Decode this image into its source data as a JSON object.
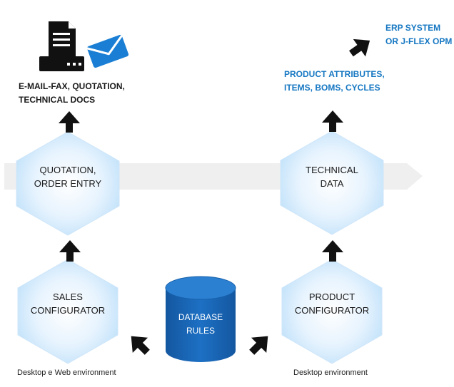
{
  "nodes": {
    "quotation": {
      "line1": "QUOTATION,",
      "line2": "ORDER ENTRY"
    },
    "technical": {
      "line1": "TECHNICAL",
      "line2": "DATA"
    },
    "sales": {
      "line1": "SALES",
      "line2": "CONFIGURATOR"
    },
    "product": {
      "line1": "PRODUCT",
      "line2": "CONFIGURATOR"
    },
    "database": {
      "line1": "DATABASE",
      "line2": "RULES"
    }
  },
  "outputs": {
    "docs": {
      "line1": "E-MAIL-FAX, QUOTATION,",
      "line2": "TECHNICAL DOCS"
    },
    "attributes": {
      "line1": "PRODUCT ATTRIBUTES,",
      "line2": "ITEMS, BOMS, CYCLES"
    },
    "erp": {
      "line1": "ERP SYSTEM",
      "line2": "OR J-FLEX OPM"
    }
  },
  "environments": {
    "left": "Desktop e Web environment",
    "right": "Desktop environment"
  },
  "colors": {
    "accent_blue": "#1577c2",
    "database_blue": "#1a66b5",
    "hexagon_fill": "#e3f1fd",
    "band": "#efefef"
  },
  "icons": [
    "document-printer-icon",
    "envelope-icon",
    "arrow-up-icon",
    "arrow-diagonal-icon"
  ]
}
